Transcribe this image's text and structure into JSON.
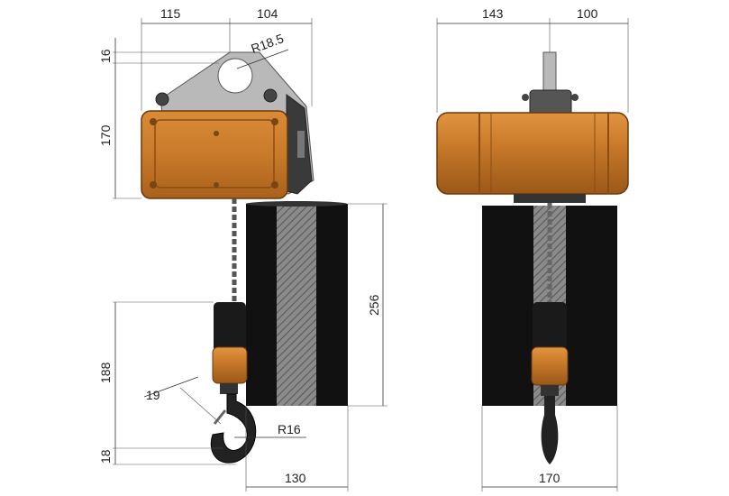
{
  "dimensions": {
    "side_top_left": "115",
    "side_top_right": "104",
    "eye_radius": "R18.5",
    "eye_offset": "16",
    "body_height": "170",
    "bag_height": "256",
    "hook_block_height": "188",
    "hook_throat": "19",
    "hook_radius": "R16",
    "hook_bottom": "18",
    "bag_width_side": "130",
    "front_top_left": "143",
    "front_top_right": "100",
    "bag_width_front": "170"
  },
  "colors": {
    "housing": "#c97a2a",
    "housing_dark": "#8a4d14",
    "bag": "#111111",
    "plate": "#b9b9b9",
    "chain": "#555555",
    "hook": "#222222"
  }
}
